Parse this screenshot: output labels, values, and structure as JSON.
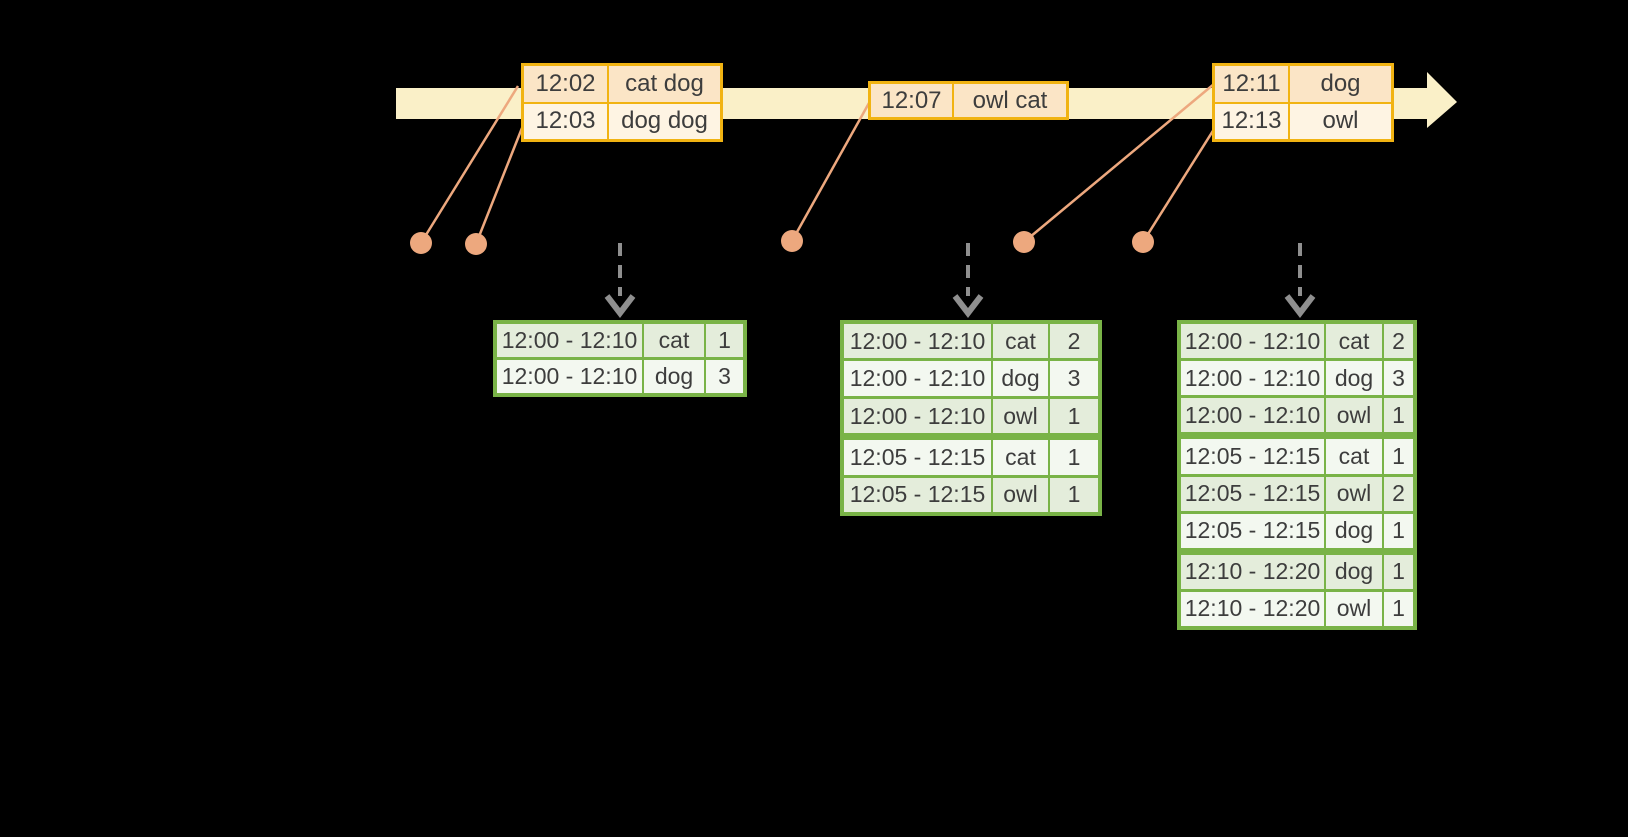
{
  "colors": {
    "background": "#000000",
    "timeline_fill": "#FAF0C8",
    "event_table_border": "#F1B312",
    "event_row_dark": "#FBE5C6",
    "event_row_light": "#FEF4E3",
    "connector_and_dots": "#EDA87E",
    "result_table_border": "#79B347",
    "result_row_dark": "#E4EDDB",
    "result_row_light": "#F3F8F0",
    "trigger_arrow_gray": "#8F8F8F",
    "text": "#3D3D3D"
  },
  "event_tables": [
    {
      "id": "events-batch-1",
      "rows": [
        {
          "time": "12:02",
          "words": "cat dog"
        },
        {
          "time": "12:03",
          "words": "dog dog"
        }
      ]
    },
    {
      "id": "events-batch-2",
      "rows": [
        {
          "time": "12:07",
          "words": "owl cat"
        }
      ]
    },
    {
      "id": "events-batch-3",
      "rows": [
        {
          "time": "12:11",
          "words": "dog"
        },
        {
          "time": "12:13",
          "words": "owl"
        }
      ]
    }
  ],
  "result_tables": [
    {
      "id": "counts-1",
      "rows": [
        [
          "12:00 - 12:10",
          "cat",
          "1"
        ],
        [
          "12:00 - 12:10",
          "dog",
          "3"
        ]
      ],
      "group_breaks": []
    },
    {
      "id": "counts-2",
      "rows": [
        [
          "12:00 - 12:10",
          "cat",
          "2"
        ],
        [
          "12:00 - 12:10",
          "dog",
          "3"
        ],
        [
          "12:00 - 12:10",
          "owl",
          "1"
        ],
        [
          "12:05 - 12:15",
          "cat",
          "1"
        ],
        [
          "12:05 - 12:15",
          "owl",
          "1"
        ]
      ],
      "group_breaks": [
        3
      ]
    },
    {
      "id": "counts-3",
      "rows": [
        [
          "12:00 - 12:10",
          "cat",
          "2"
        ],
        [
          "12:00 - 12:10",
          "dog",
          "3"
        ],
        [
          "12:00 - 12:10",
          "owl",
          "1"
        ],
        [
          "12:05 - 12:15",
          "cat",
          "1"
        ],
        [
          "12:05 - 12:15",
          "owl",
          "2"
        ],
        [
          "12:05 - 12:15",
          "dog",
          "1"
        ],
        [
          "12:10 - 12:20",
          "dog",
          "1"
        ],
        [
          "12:10 - 12:20",
          "owl",
          "1"
        ]
      ],
      "group_breaks": [
        3,
        6
      ]
    }
  ]
}
